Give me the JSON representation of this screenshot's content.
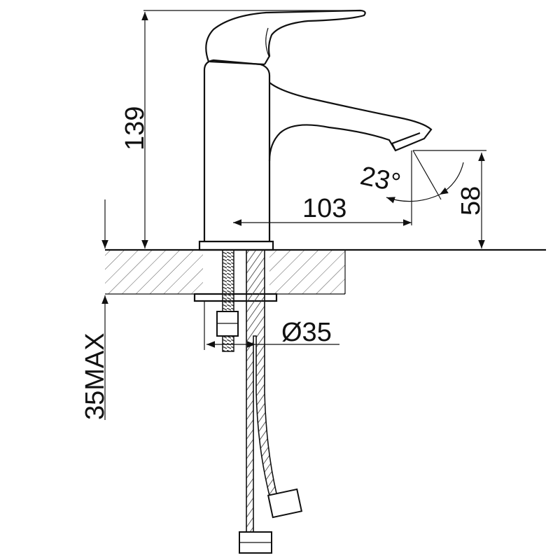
{
  "title": "Basin faucet dimension drawing",
  "dimensions": {
    "height": "139",
    "reach": "103",
    "spout_angle": "23°",
    "spout_height": "58",
    "hole_diameter": "Ø35",
    "counter_thickness": "35MAX"
  },
  "colors": {
    "line": "#111111",
    "background": "#ffffff"
  }
}
